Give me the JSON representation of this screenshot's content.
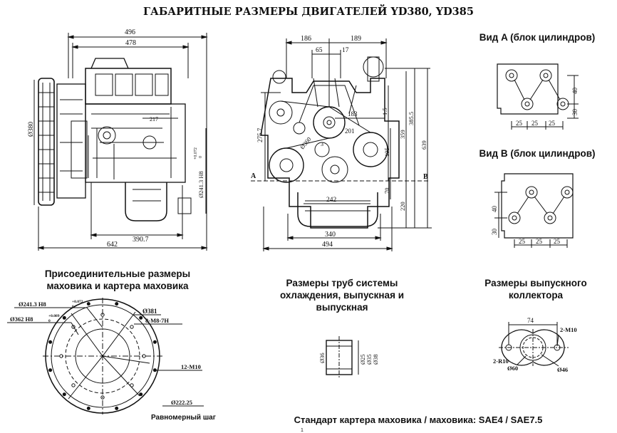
{
  "title": "ГАБАРИТНЫЕ РАЗМЕРЫ ДВИГАТЕЛЕЙ YD380, YD385",
  "views": {
    "a_title": "Вид A (блок цилиндров)",
    "b_title": "Вид B (блок цилиндров)",
    "flywheel_title": "Присоединительные размеры маховика и картера маховика",
    "pipes_title": "Размеры труб системы охлаждения, выпускная и выпускная",
    "exhaust_title": "Размеры выпускного коллектора",
    "standard": "Стандарт картера маховика / маховика: SAE4 / SAE7.5",
    "even_pitch": "Равномерный шаг",
    "page_mark": "1"
  },
  "front_view": {
    "d496": "496",
    "d478": "478",
    "d380": "Ø380",
    "d217": "217",
    "d241": "Ø241.3 H8",
    "tol1": "+0.072",
    "tol0": "0",
    "d3907": "390.7",
    "d642": "642"
  },
  "side_view": {
    "d186": "186",
    "d189": "189",
    "d65": "65",
    "d17": "17",
    "d183": "183",
    "d201": "201",
    "d2757": "275.7",
    "d2360": "Ø360",
    "d15": "1.5",
    "d3855": "385.5",
    "d359": "359",
    "d639": "639",
    "d195": "195",
    "d70": "70",
    "d220": "220",
    "d242": "242",
    "d340": "340",
    "d494": "494",
    "label_a": "A",
    "label_b": "B",
    "d3": "3"
  },
  "view_a": {
    "d40": "40",
    "d30": "30",
    "d25a": "25",
    "d25b": "25",
    "d25c": "25"
  },
  "view_b": {
    "d40": "40",
    "d30": "30",
    "d25a": "25",
    "d25b": "25",
    "d25c": "25"
  },
  "flywheel": {
    "d241": "Ø241.3  H8",
    "tol072": "+0.072",
    "tol0a": "0",
    "d362": "Ø362  H8",
    "tol089": "+0.089",
    "tol0b": "0",
    "d381": "Ø381",
    "m8": "8-M8-7H",
    "m10": "12-M10",
    "d22225": "Ø222.25"
  },
  "pipes": {
    "d36": "Ø36",
    "d25": "Ø25",
    "d35": "Ø35",
    "d38": "Ø38"
  },
  "exhaust": {
    "d74": "74",
    "m10": "2-M10",
    "r10": "2-R10",
    "d60": "Ø60",
    "d46": "Ø46"
  }
}
